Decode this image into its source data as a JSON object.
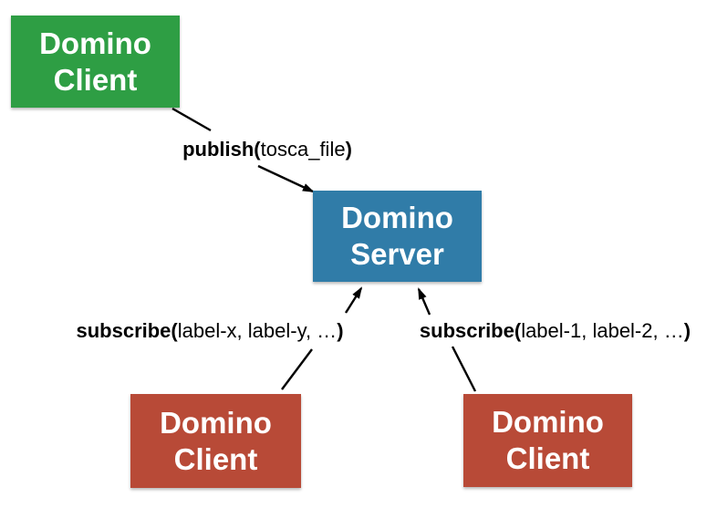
{
  "diagram": {
    "colors": {
      "client_top_green": "#2e9e44",
      "server_blue": "#307ca8",
      "client_red": "#b84a37",
      "arrow_black": "#000000",
      "node_text_white": "#ffffff",
      "label_text_black": "#000000",
      "background": "#ffffff"
    },
    "nodes": [
      {
        "id": "client-top",
        "lines": [
          "Domino",
          "Client"
        ],
        "color": "#2e9e44"
      },
      {
        "id": "server",
        "lines": [
          "Domino",
          "Server"
        ],
        "color": "#307ca8"
      },
      {
        "id": "client-bottom-left",
        "lines": [
          "Domino",
          "Client"
        ],
        "color": "#b84a37"
      },
      {
        "id": "client-bottom-right",
        "lines": [
          "Domino",
          "Client"
        ],
        "color": "#b84a37"
      }
    ],
    "edges": [
      {
        "id": "publish",
        "from": "client-top",
        "to": "server",
        "label": {
          "prefix": "publish(",
          "args": "tosca_file",
          "suffix": ")"
        }
      },
      {
        "id": "subscribe-left",
        "from": "client-bottom-left",
        "to": "server",
        "label": {
          "prefix": "subscribe(",
          "args": "label-x, label-y, …",
          "suffix": ")"
        }
      },
      {
        "id": "subscribe-right",
        "from": "client-bottom-right",
        "to": "server",
        "label": {
          "prefix": "subscribe(",
          "args": "label-1, label-2, …",
          "suffix": ")"
        }
      }
    ]
  }
}
